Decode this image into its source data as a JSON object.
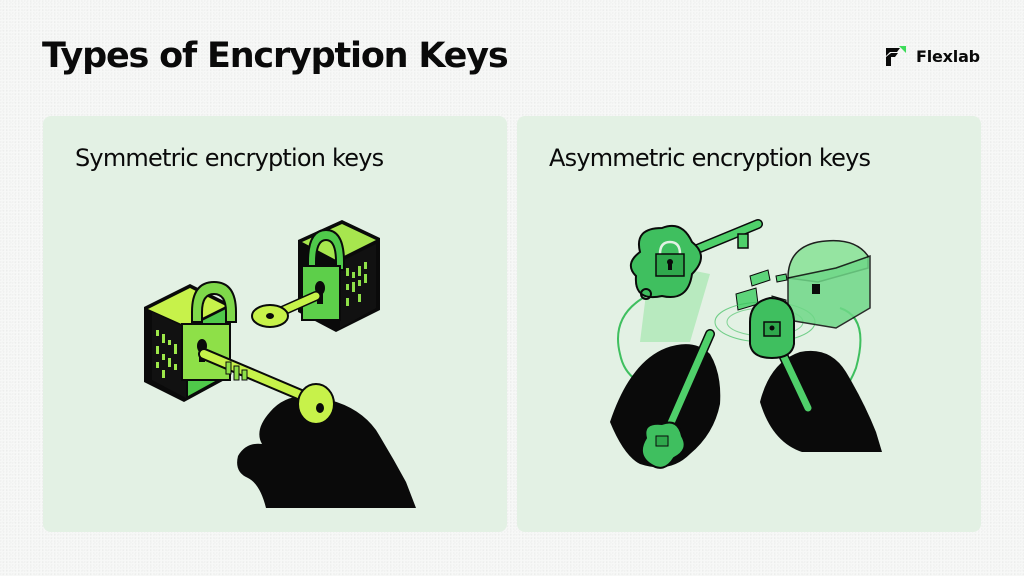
{
  "header": {
    "title": "Types of Encryption Keys",
    "brand": {
      "name": "Flexlab",
      "logo_icon": "flexlab-logo-icon",
      "accent_color": "#3ddc5a"
    }
  },
  "panels": [
    {
      "title": "Symmetric encryption keys",
      "illustration": "symmetric-keys-illustration",
      "description_of_visual": "Two green padlock cubes; a black hand inserts one key into a lock, a second key sits in the other lock",
      "colors": {
        "background": "#e3f1e4",
        "primary_green": "#4fc94a",
        "lime": "#c7f24a",
        "ink": "#0a0a0a"
      }
    },
    {
      "title": "Asymmetric encryption keys",
      "illustration": "asymmetric-keys-illustration",
      "description_of_visual": "Two black hands each holding a different green key, a large key with padlock, envelopes, and a translucent treasure chest connected by cables",
      "colors": {
        "background": "#e3f1e4",
        "primary_green": "#3fbf5f",
        "light_green": "#8de39a",
        "ink": "#0a0a0a"
      }
    }
  ]
}
